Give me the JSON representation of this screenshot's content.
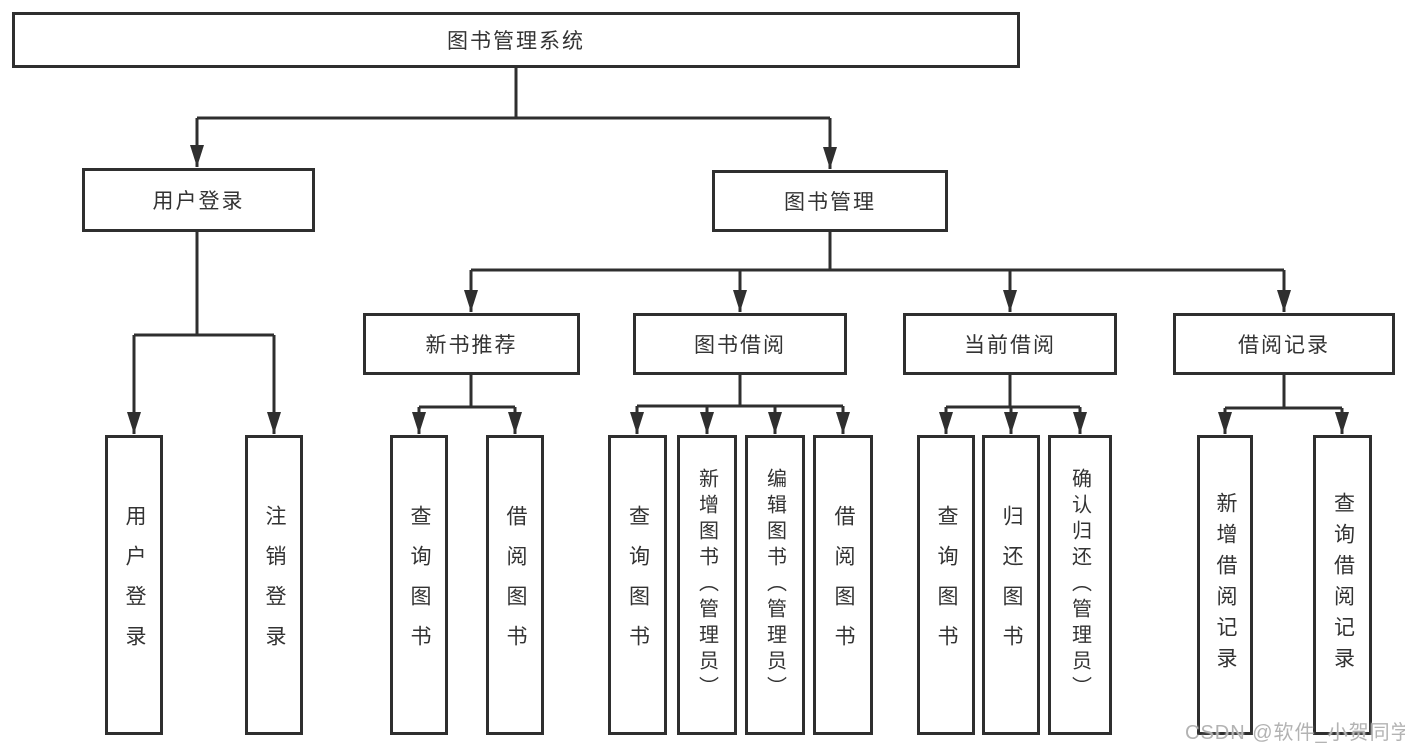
{
  "nodes": {
    "root": "图书管理系统",
    "level2": [
      {
        "label": "用户登录"
      },
      {
        "label": "图书管理"
      }
    ],
    "level3": [
      {
        "label": "新书推荐"
      },
      {
        "label": "图书借阅"
      },
      {
        "label": "当前借阅"
      },
      {
        "label": "借阅记录"
      }
    ],
    "leaves": {
      "user_login": [
        "用户登录",
        "注销登录"
      ],
      "new_book": [
        "查询图书",
        "借阅图书"
      ],
      "book_borrowing": [
        "查询图书",
        "新增图书（管理员）",
        "编辑图书（管理员）",
        "借阅图书"
      ],
      "current_borrowing": [
        "查询图书",
        "归还图书",
        "确认归还（管理员）"
      ],
      "records": [
        "新增借阅记录",
        "查询借阅记录"
      ]
    }
  },
  "colors": {
    "line": "#2f2f2f",
    "text": "#333333",
    "watermark": "#b3b3b3",
    "background": "#ffffff"
  },
  "watermark": "CSDN @软件_小贺同学"
}
